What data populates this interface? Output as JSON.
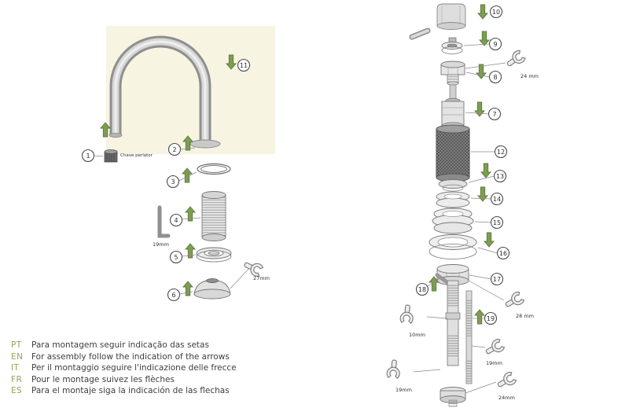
{
  "footer": {
    "items": [
      {
        "code": "PT",
        "text": "Para montagem seguir indicação das setas"
      },
      {
        "code": "EN",
        "text": "For assembly follow the indication of the arrows"
      },
      {
        "code": "IT",
        "text": "Per il montaggio seguire l'indicazione delle frecce"
      },
      {
        "code": "FR",
        "text": "Pour le montage suivez les flèches"
      },
      {
        "code": "ES",
        "text": "Para el montaje siga la indicación de las flechas"
      }
    ]
  },
  "labels": {
    "aerator_key": "Chave perlator"
  },
  "tools": {
    "allen_key": "19mm",
    "wrench_27": "27mm",
    "wrench_24_top": "24 mm",
    "wrench_28": "28 mm",
    "wrench_10": "10mm",
    "wrench_19_mid": "19mm",
    "wrench_19_low": "19mm",
    "wrench_24_bottom": "24mm"
  },
  "callouts": {
    "n1": "1",
    "n2": "2",
    "n3": "3",
    "n4": "4",
    "n5": "5",
    "n6": "6",
    "n7": "7",
    "n8": "8",
    "n9": "9",
    "n10": "10",
    "n11": "11",
    "n12": "12",
    "n13": "13",
    "n14": "14",
    "n15": "15",
    "n16": "16",
    "n17": "17",
    "n18": "18",
    "n19": "19"
  },
  "colors": {
    "arrow_green": "#7e9d52",
    "language_code_green": "#8fa65b",
    "panel_beige": "#f8f4e2",
    "line_gray": "#777777"
  }
}
